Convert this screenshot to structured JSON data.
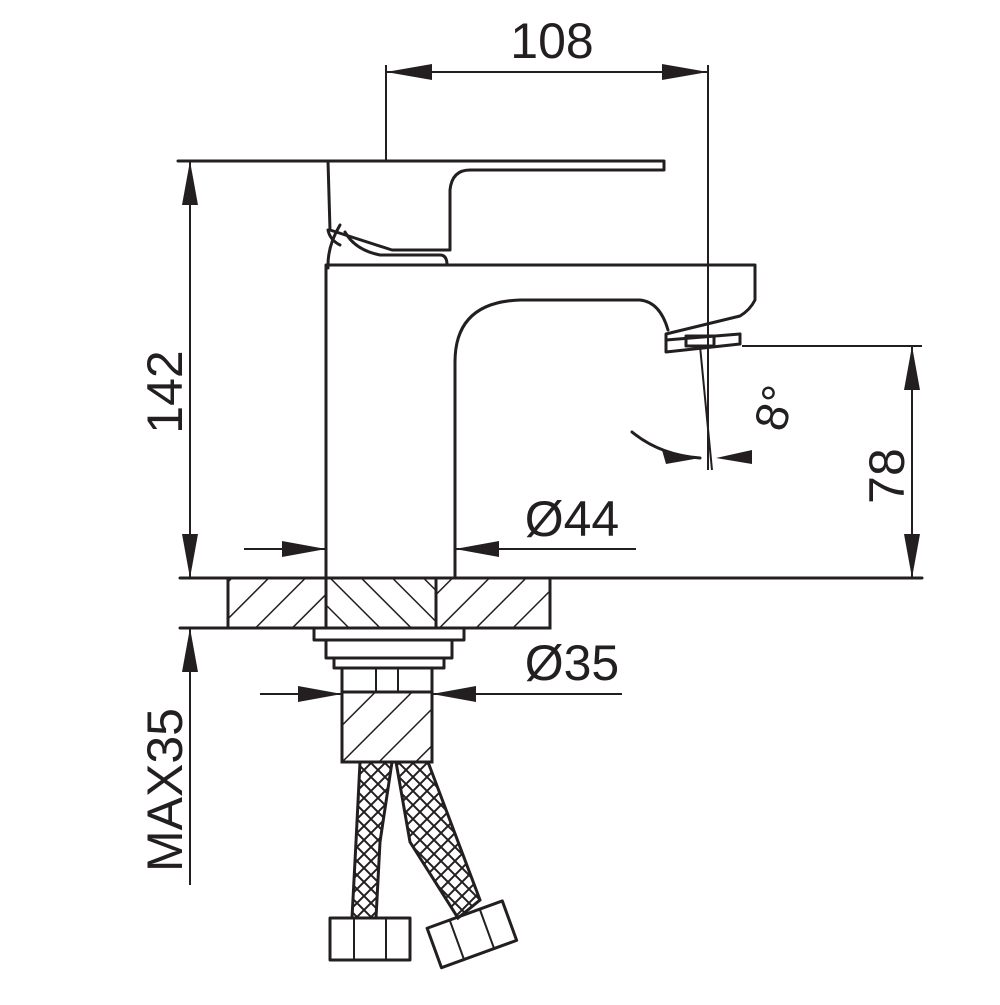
{
  "dimensions": {
    "width": "108",
    "height": "142",
    "spout_height": "78",
    "base_diameter": "Ø44",
    "thread_diameter": "Ø35",
    "max_thickness": "MAX35",
    "angle": "8°"
  },
  "colors": {
    "line": "#231f20",
    "background": "#ffffff"
  }
}
